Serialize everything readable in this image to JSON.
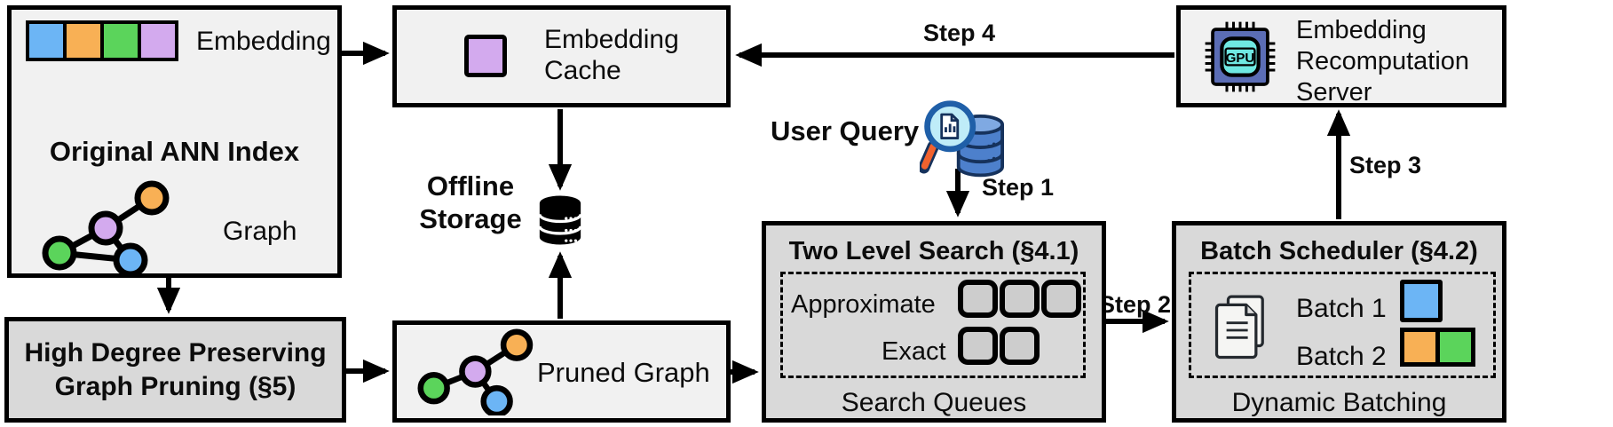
{
  "colors": {
    "box_light": "#f1f1f1",
    "box_shaded": "#d9d9d9",
    "outline": "#000000",
    "blue": "#6cb5f5",
    "orange": "#f8b055",
    "green": "#5bd45b",
    "purple": "#d3aaee",
    "queue_slot_fill": "#cdcdcd",
    "gpu_chip": "#5b6db5",
    "gpu_screen": "#6fe8e2",
    "query_db_blue": "#4d80cc",
    "query_db_top": "#7fa9e2",
    "query_lens": "#bfecf8",
    "query_handle": "#f2622e"
  },
  "original_ann_index": {
    "embedding_label": "Embedding",
    "title": "Original ANN Index",
    "graph_label": "Graph"
  },
  "embedding_cache": {
    "label": "Embedding Cache"
  },
  "offline_storage": {
    "label": "Offline Storage"
  },
  "user_query": {
    "label": "User Query"
  },
  "steps": {
    "step1": "Step 1",
    "step2": "Step 2",
    "step3": "Step 3",
    "step4": "Step 4"
  },
  "two_level_search": {
    "title": "Two Level Search (§4.1)",
    "approximate_label": "Approximate",
    "exact_label": "Exact",
    "caption": "Search Queues"
  },
  "batch_scheduler": {
    "title": "Batch Scheduler (§4.2)",
    "batch1_label": "Batch 1",
    "batch2_label": "Batch 2",
    "caption": "Dynamic Batching"
  },
  "embedding_recomputation_server": {
    "label": "Embedding Recomputation Server",
    "gpu_label": "GPU"
  },
  "graph_pruning": {
    "title": "High Degree Preserving Graph Pruning (§5)"
  },
  "pruned_graph": {
    "label": "Pruned Graph"
  }
}
